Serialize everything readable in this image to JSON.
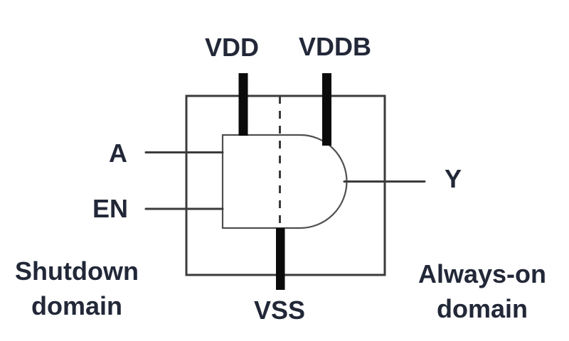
{
  "colors": {
    "background": "#ffffff",
    "text": "#222838",
    "wire": "#3b3b3b",
    "boundary": "#3b3b3b",
    "gate_outline": "#4f4f4f",
    "power_bar": "#0b0b0b"
  },
  "labels": {
    "vdd": "VDD",
    "vddb": "VDDB",
    "vss": "VSS",
    "input_a": "A",
    "input_en": "EN",
    "output_y": "Y",
    "left_domain": {
      "line1": "Shutdown",
      "line2": "domain"
    },
    "right_domain": {
      "line1": "Always-on",
      "line2": "domain"
    }
  }
}
